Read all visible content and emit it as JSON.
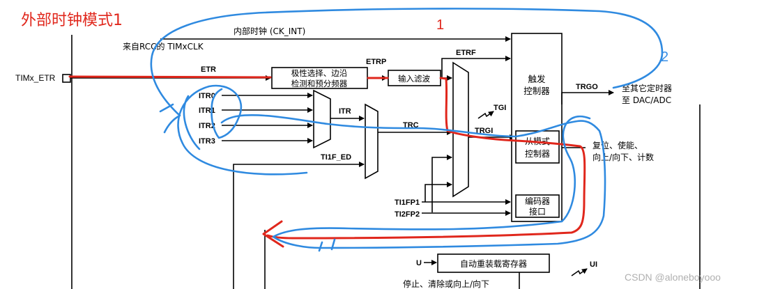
{
  "title": "外部时钟模式1",
  "marker_1": "1",
  "marker_2": "2",
  "inputs": {
    "timx_etr": "TIMx_ETR",
    "ck_int": "内部时钟 (CK_INT)",
    "timxclk": "来自RCC的 TIMxCLK",
    "etr": "ETR",
    "itr0": "ITR0",
    "itr1": "ITR1",
    "itr2": "ITR2",
    "itr3": "ITR3",
    "itr": "ITR",
    "ti1f_ed": "TI1F_ED",
    "ti1fp1": "TI1FP1",
    "ti2fp2": "TI2FP2",
    "u": "U"
  },
  "signals": {
    "etrp": "ETRP",
    "etrf": "ETRF",
    "trc": "TRC",
    "tgi": "TGI",
    "trgi": "TRGI",
    "trgo": "TRGO",
    "ui": "UI"
  },
  "blocks": {
    "polarity_line1": "极性选择、边沿",
    "polarity_line2": "检测和预分频器",
    "input_filter": "输入滤波",
    "trigger_ctrl_line1": "触发",
    "trigger_ctrl_line2": "控制器",
    "slave_mode_line1": "从模式",
    "slave_mode_line2": "控制器",
    "encoder_line1": "编码器",
    "encoder_line2": "接口",
    "auto_reload": "自动重装载寄存器"
  },
  "outputs": {
    "to_timers": "至其它定时器",
    "to_dac": "至 DAC/ADC",
    "reset_line1": "复位、使能、",
    "reset_line2": "向上/向下、计数",
    "stop_clear": "停止、清除或向上/向下"
  },
  "watermark": "CSDN @aloneboyooo",
  "colors": {
    "annotation_red": "#e0271c",
    "annotation_blue": "#2f8ae0",
    "marker_blue": "#3a8fe6"
  }
}
